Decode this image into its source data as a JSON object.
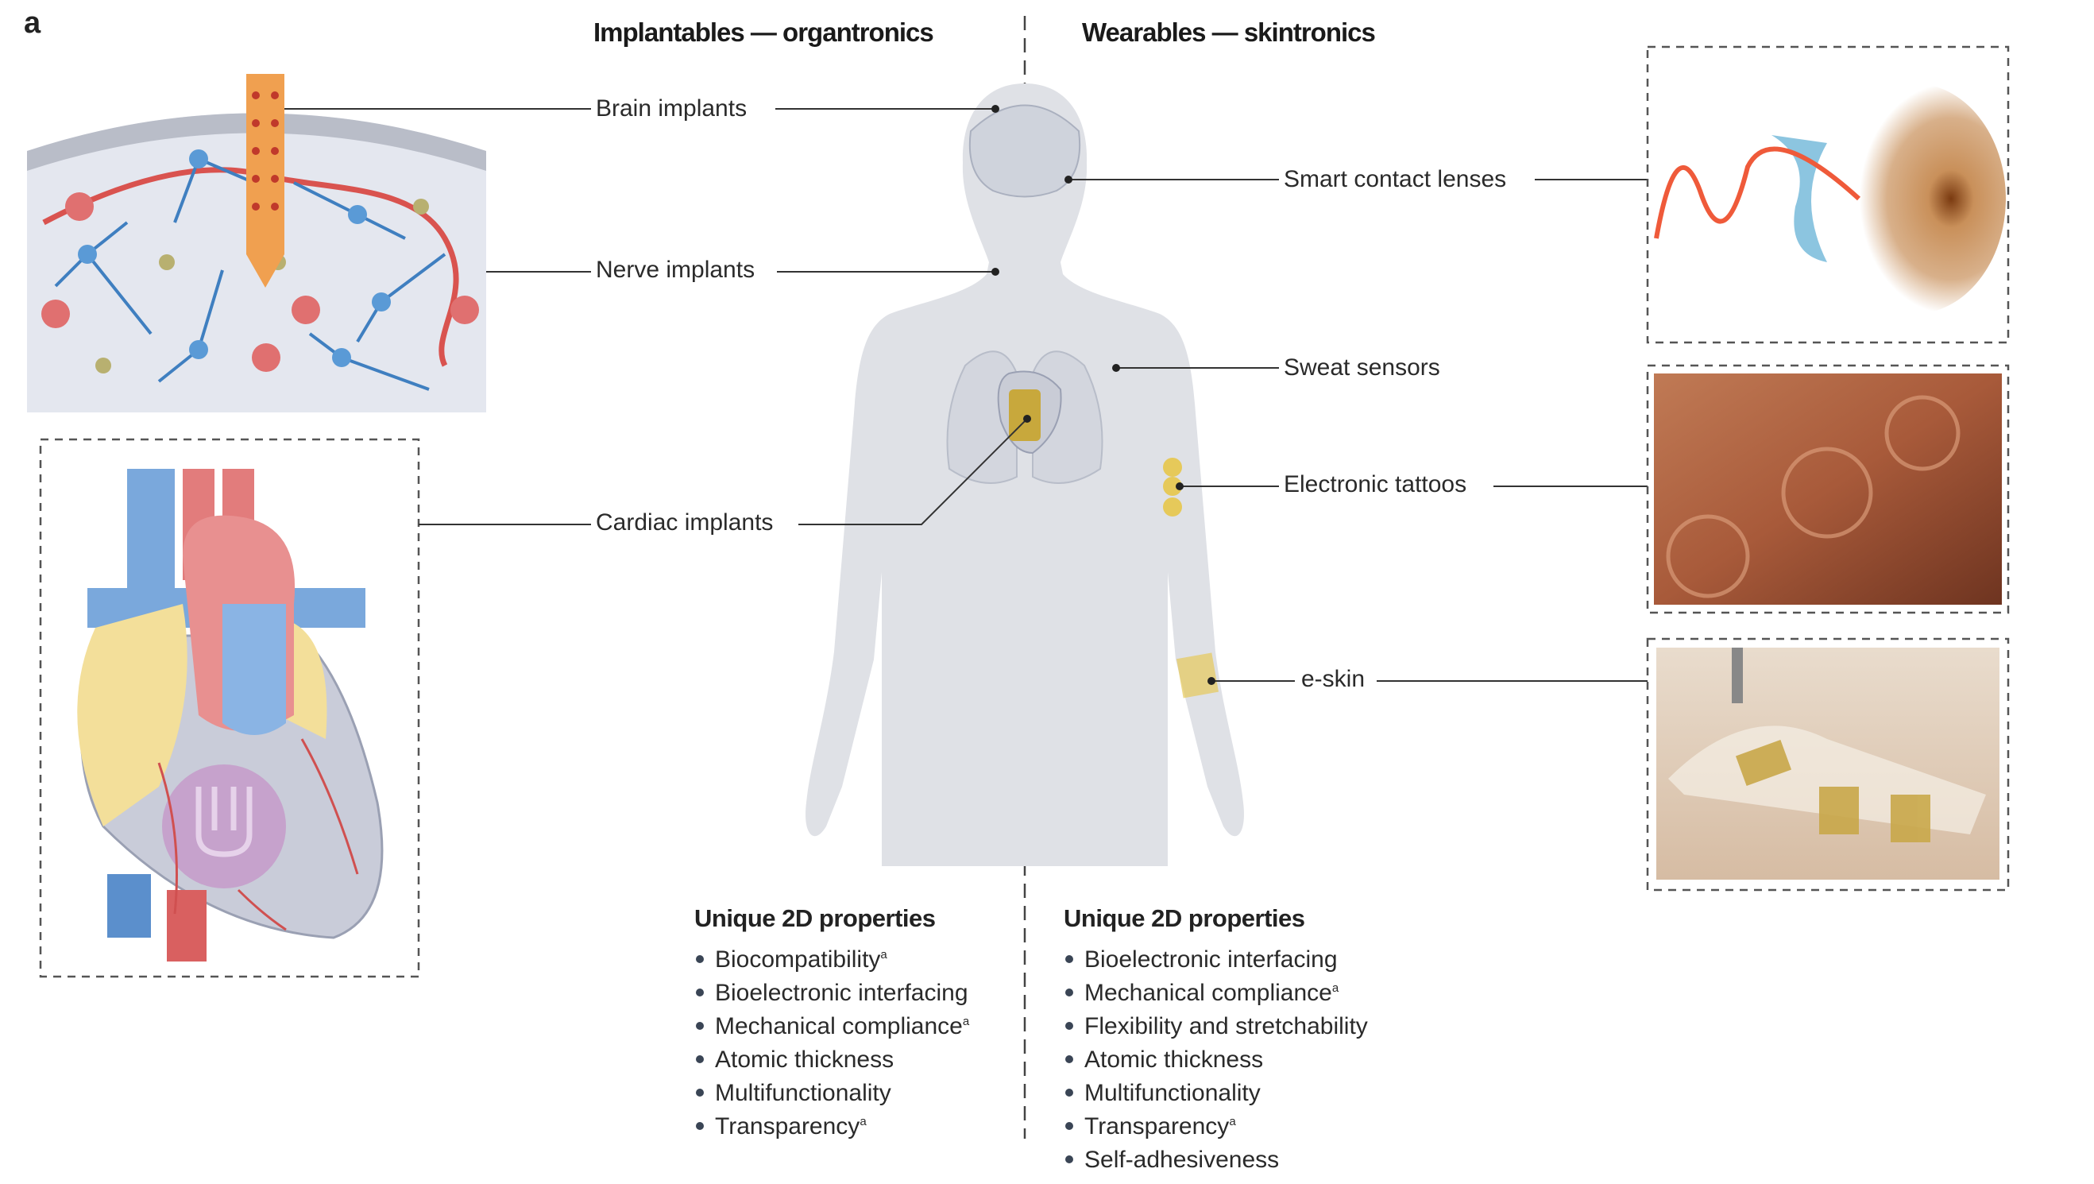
{
  "panel_label": "a",
  "headings": {
    "left": "Implantables — organtronics",
    "right": "Wearables — skintronics"
  },
  "labels": {
    "brain": "Brain implants",
    "nerve": "Nerve implants",
    "cardiac": "Cardiac implants",
    "lenses": "Smart contact lenses",
    "sweat": "Sweat sensors",
    "tattoos": "Electronic tattoos",
    "eskin": "e-skin"
  },
  "properties": {
    "left": {
      "title": "Unique 2D properties",
      "items": [
        {
          "text": "Biocompatibility",
          "note": "a"
        },
        {
          "text": "Bioelectronic interfacing",
          "note": ""
        },
        {
          "text": "Mechanical compliance",
          "note": "a"
        },
        {
          "text": "Atomic thickness",
          "note": ""
        },
        {
          "text": "Multifunctionality",
          "note": ""
        },
        {
          "text": "Transparency",
          "note": "a"
        }
      ]
    },
    "right": {
      "title": "Unique 2D properties",
      "items": [
        {
          "text": "Bioelectronic interfacing",
          "note": ""
        },
        {
          "text": "Mechanical compliance",
          "note": "a"
        },
        {
          "text": "Flexibility and stretchability",
          "note": ""
        },
        {
          "text": "Atomic thickness",
          "note": ""
        },
        {
          "text": "Multifunctionality",
          "note": ""
        },
        {
          "text": "Transparency",
          "note": "a"
        },
        {
          "text": "Self-adhesiveness",
          "note": ""
        }
      ]
    }
  },
  "colors": {
    "body": "#dfe1e6",
    "probe": "#f0a050",
    "neuron": "#3f7fc0",
    "vessel": "#d9534f",
    "gold": "#d8b848"
  }
}
